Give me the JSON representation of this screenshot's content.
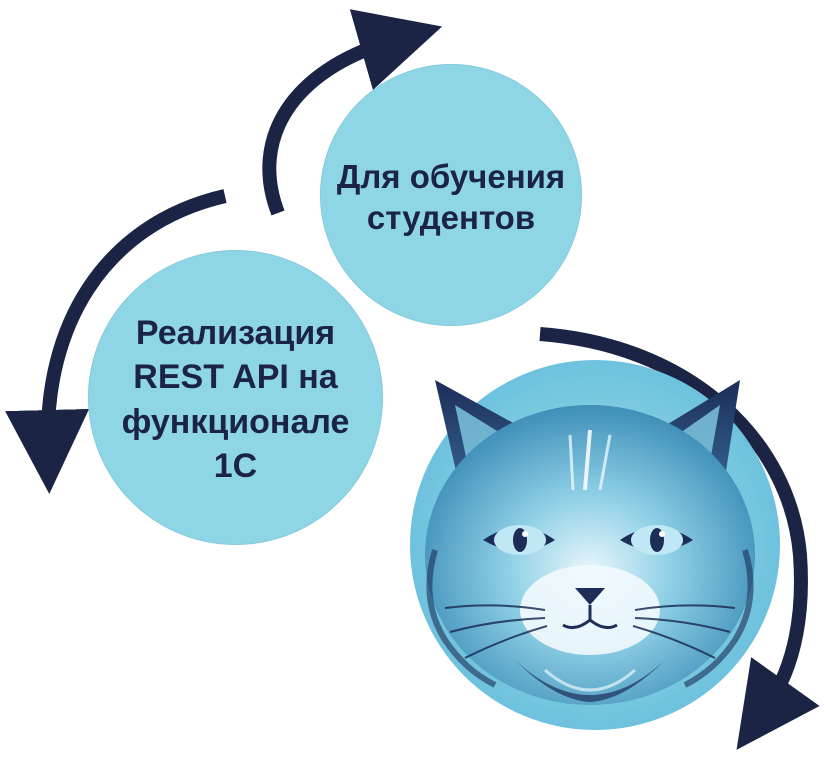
{
  "diagram": {
    "nodes": [
      {
        "id": "students",
        "label": "Для обучения\nстудентов"
      },
      {
        "id": "rest_api",
        "label": "Реализация\nREST API на\nфункционале\n1С"
      }
    ],
    "colors": {
      "circle_fill": "#8ed6e6",
      "text": "#1c2445",
      "arrow": "#1c2445",
      "cat_light": "#7cc4de",
      "cat_dark": "#1c2e58"
    },
    "illustration": {
      "name": "cat-illustration"
    }
  }
}
